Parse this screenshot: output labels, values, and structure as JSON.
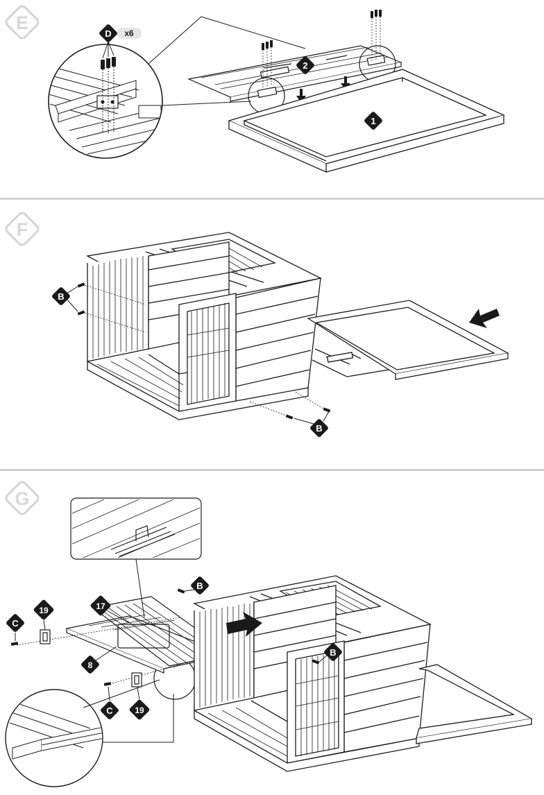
{
  "steps": {
    "e": {
      "letter": "E",
      "hardware_badge": "D",
      "hardware_qty": "x6",
      "part_badges": [
        "1",
        "2"
      ]
    },
    "f": {
      "letter": "F",
      "hardware_badges": [
        "B",
        "B"
      ]
    },
    "g": {
      "letter": "G",
      "part_badges": [
        "17",
        "8",
        "19",
        "19"
      ],
      "hardware_badges": [
        "C",
        "C",
        "B",
        "B"
      ]
    }
  },
  "colors": {
    "line": "#1a1a1a",
    "badge_fill": "#1a1a1a",
    "step_badge_stroke": "#d4d4d4",
    "divider": "#cfcfcf",
    "qty_pill": "#e6e6e6"
  },
  "icons": {
    "step_badge": "diamond-outline-icon",
    "part_badge": "diamond-filled-icon",
    "direction": "arrow-icon",
    "detail": "magnifier-circle-icon"
  }
}
